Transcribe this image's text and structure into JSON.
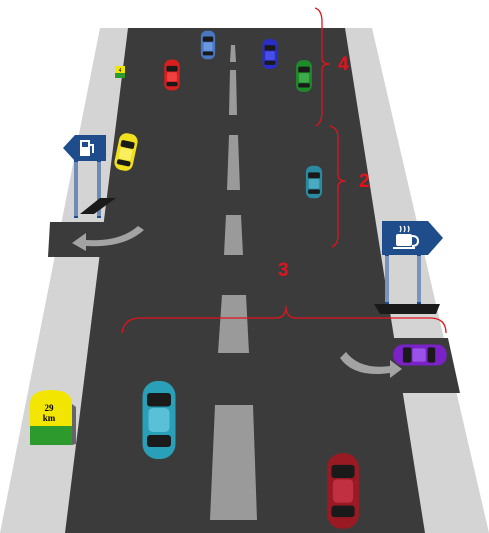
{
  "labels": {
    "brace_top_right": "4",
    "brace_mid_right": "2",
    "brace_horizontal": "3"
  },
  "milestone": {
    "distance": "29",
    "unit": "km",
    "far_marker_text": "4"
  },
  "signs": {
    "left_sign_icon": "fuel-pump-icon",
    "right_sign_icon": "coffee-cup-icon"
  },
  "colors": {
    "road": "#3b3b3b",
    "shoulder": "#d4d4d4",
    "lane_marking": "#9a9a9a",
    "sign_blue": "#1f4d8c",
    "brace_red": "#e0141e",
    "milestone_yellow": "#f2e600",
    "milestone_green": "#2d9a2d"
  },
  "vehicles": [
    {
      "name": "car-blue-far",
      "color": "#4a78c0"
    },
    {
      "name": "car-navy-far",
      "color": "#2a2ec8"
    },
    {
      "name": "car-red-far",
      "color": "#d81f1f"
    },
    {
      "name": "car-green-far",
      "color": "#1e8a2a"
    },
    {
      "name": "car-yellow-shoulder",
      "color": "#f0e01e"
    },
    {
      "name": "car-teal-mid",
      "color": "#2a8aa0"
    },
    {
      "name": "car-purple-exit",
      "color": "#7a22c8"
    },
    {
      "name": "car-teal-near",
      "color": "#2aa0b8"
    },
    {
      "name": "car-maroon-near",
      "color": "#9a1a24"
    }
  ]
}
